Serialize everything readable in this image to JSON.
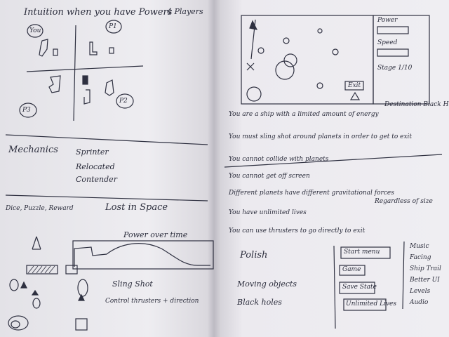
{
  "left_page": {
    "title": "Intuition when you have Powers",
    "players_note": "4 Players",
    "player_labels": [
      "You",
      "P1",
      "P3",
      "P2"
    ],
    "mechanics_heading": "Mechanics",
    "mechanics_items": [
      "Sprinter",
      "Relocated",
      "Contender"
    ],
    "bottom_left_note": "Dice, Puzzle, Reward",
    "bottom_title": "Lost in Space",
    "graph_label": "Power over time",
    "slingshot_items": [
      "Sling Shot",
      "Control thrusters + direction"
    ]
  },
  "right_page": {
    "hud_labels": [
      "Power",
      "Speed",
      "Stage 1/10"
    ],
    "exit_label": "Exit",
    "bullets": [
      "You are a ship with a limited amount of energy",
      "Destination Black Hole",
      "You must sling shot around planets in order to get to exit",
      "You cannot collide with planets",
      "You cannot get off screen",
      "Different planets have different gravitational forces",
      "Regardless of size",
      "You have unlimited lives",
      "You can use thrusters to go directly to exit"
    ],
    "polish_heading": "Polish",
    "polish_items": [
      "Moving objects",
      "Black holes"
    ],
    "menu_boxes": [
      "Start menu",
      "Game",
      "Save State",
      "Unlimited Lives"
    ],
    "side_list": [
      "Music",
      "Facing",
      "Ship Trail",
      "Better UI",
      "Levels",
      "Audio"
    ]
  }
}
